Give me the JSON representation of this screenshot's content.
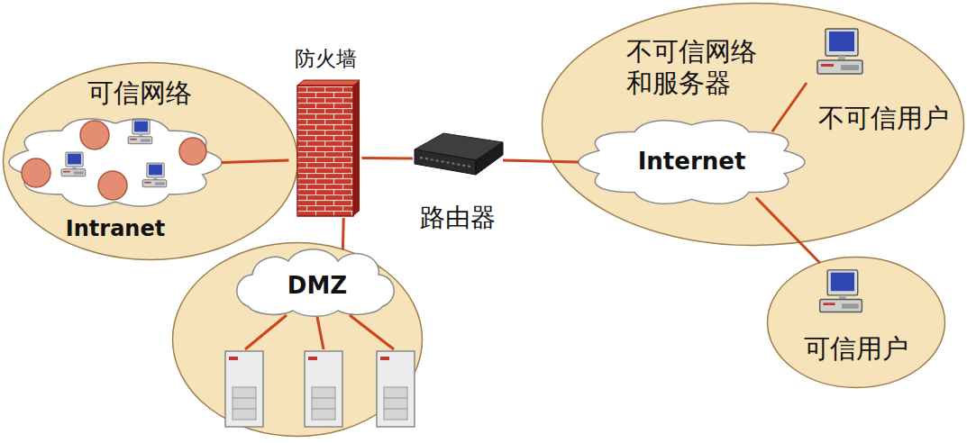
{
  "diagram": {
    "nodes": [
      {
        "text": [
          "可信网络"
        ]
      },
      {
        "text": [
          "Intranet"
        ],
        "in": 0
      },
      {
        "text": [
          "防火墙"
        ]
      },
      {
        "text": [
          "DMZ"
        ]
      },
      {
        "text": [
          "路由器"
        ]
      },
      {
        "text": [
          "不可信网络和服务器"
        ]
      },
      {
        "text": [
          "Internet"
        ],
        "in": 5
      },
      {
        "text": [
          "不可信用户"
        ],
        "in": 5
      },
      {
        "text": [
          "可信用户"
        ]
      }
    ],
    "edges": [
      {
        "from": 1,
        "to": 2,
        "arrow": "none"
      },
      {
        "from": 2,
        "to": 3,
        "arrow": "none"
      },
      {
        "from": 2,
        "to": 4,
        "arrow": "none"
      },
      {
        "from": 4,
        "to": 6,
        "arrow": "none"
      },
      {
        "from": 6,
        "to": 7,
        "arrow": "none"
      },
      {
        "from": 6,
        "to": 8,
        "arrow": "none"
      }
    ]
  }
}
